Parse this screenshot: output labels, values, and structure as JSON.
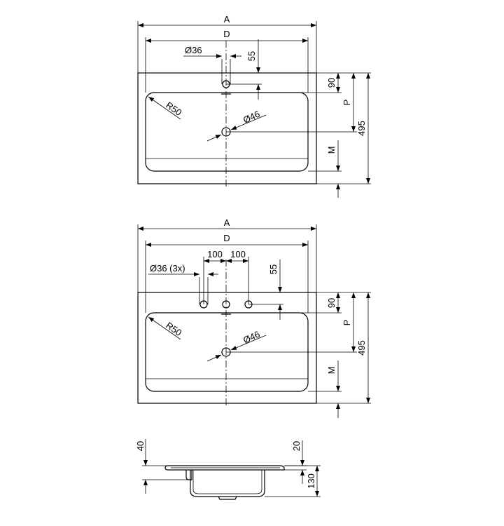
{
  "colors": {
    "line": "#000000",
    "background": "#ffffff"
  },
  "plan_single_hole": {
    "dim_A": "A",
    "dim_D": "D",
    "dim_tap_hole": "Ø36",
    "dim_55": "55",
    "dim_90": "90",
    "dim_P": "P",
    "dim_495": "495",
    "dim_M": "M",
    "dim_radius": "R50",
    "dim_drain": "Ø46"
  },
  "plan_three_hole": {
    "dim_A": "A",
    "dim_D": "D",
    "dim_spacing_left": "100",
    "dim_spacing_right": "100",
    "dim_tap_holes": "Ø36 (3x)",
    "dim_55": "55",
    "dim_90": "90",
    "dim_P": "P",
    "dim_495": "495",
    "dim_M": "M",
    "dim_radius": "R50",
    "dim_drain": "Ø46"
  },
  "side_section": {
    "dim_40": "40",
    "dim_20": "20",
    "dim_130": "130"
  }
}
